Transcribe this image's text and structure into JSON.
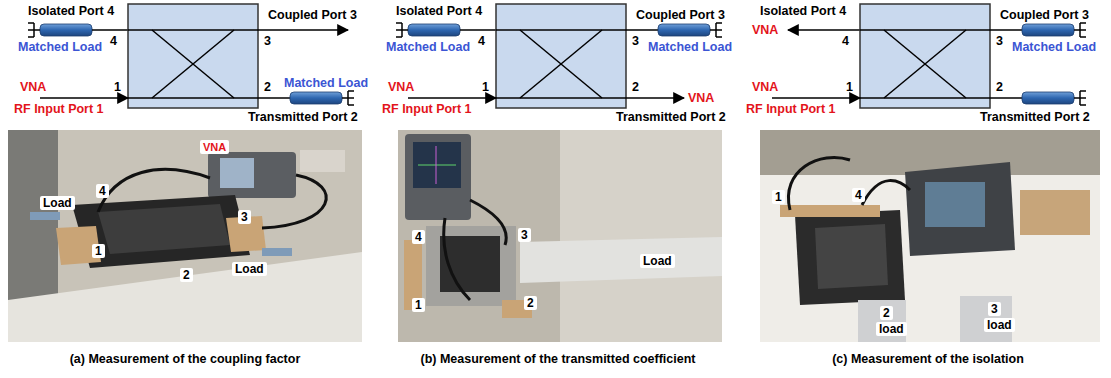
{
  "diagram": {
    "labels": [
      "Isolated Port 4",
      "4",
      "Matched Load",
      "Coupled Port 3",
      "3",
      "VNA",
      "RF Input Port 1",
      "1",
      "2",
      "Matched Load",
      "Transmitted Port 2",
      "Isolated Port 4",
      "4",
      "Matched Load",
      "Coupled Port 3",
      "3",
      "Matched Load",
      "VNA",
      "RF Input Port 1",
      "1",
      "2",
      "VNA",
      "Transmitted Port 2",
      "Isolated Port 4",
      "VNA",
      "4",
      "Coupled Port 3",
      "3",
      "Matched Load",
      "VNA",
      "RF Input Port 1",
      "1",
      "2",
      "Transmitted Port 2",
      "VNA",
      "Load",
      "4",
      "3",
      "1",
      "2",
      "Load",
      "4",
      "3",
      "Load",
      "1",
      "2",
      "1",
      "4",
      "2",
      "load",
      "3",
      "load",
      "(a) Measurement of the coupling factor",
      "(b) Measurement of the transmitted coefficient",
      "(c) Measurement of the isolation"
    ]
  }
}
